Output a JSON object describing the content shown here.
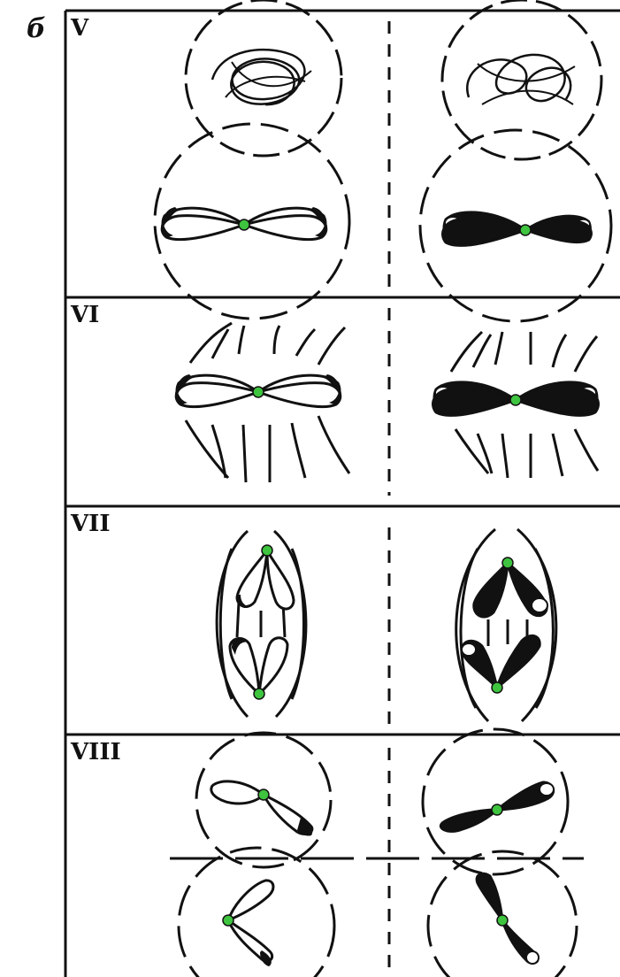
{
  "figure": {
    "letter": "б",
    "panels": [
      {
        "label": "V"
      },
      {
        "label": "VI"
      },
      {
        "label": "VII"
      },
      {
        "label": "VIII"
      }
    ]
  },
  "colors": {
    "ink": "#111111",
    "paper": "#ffffff",
    "centromere": "#3ec43e"
  }
}
